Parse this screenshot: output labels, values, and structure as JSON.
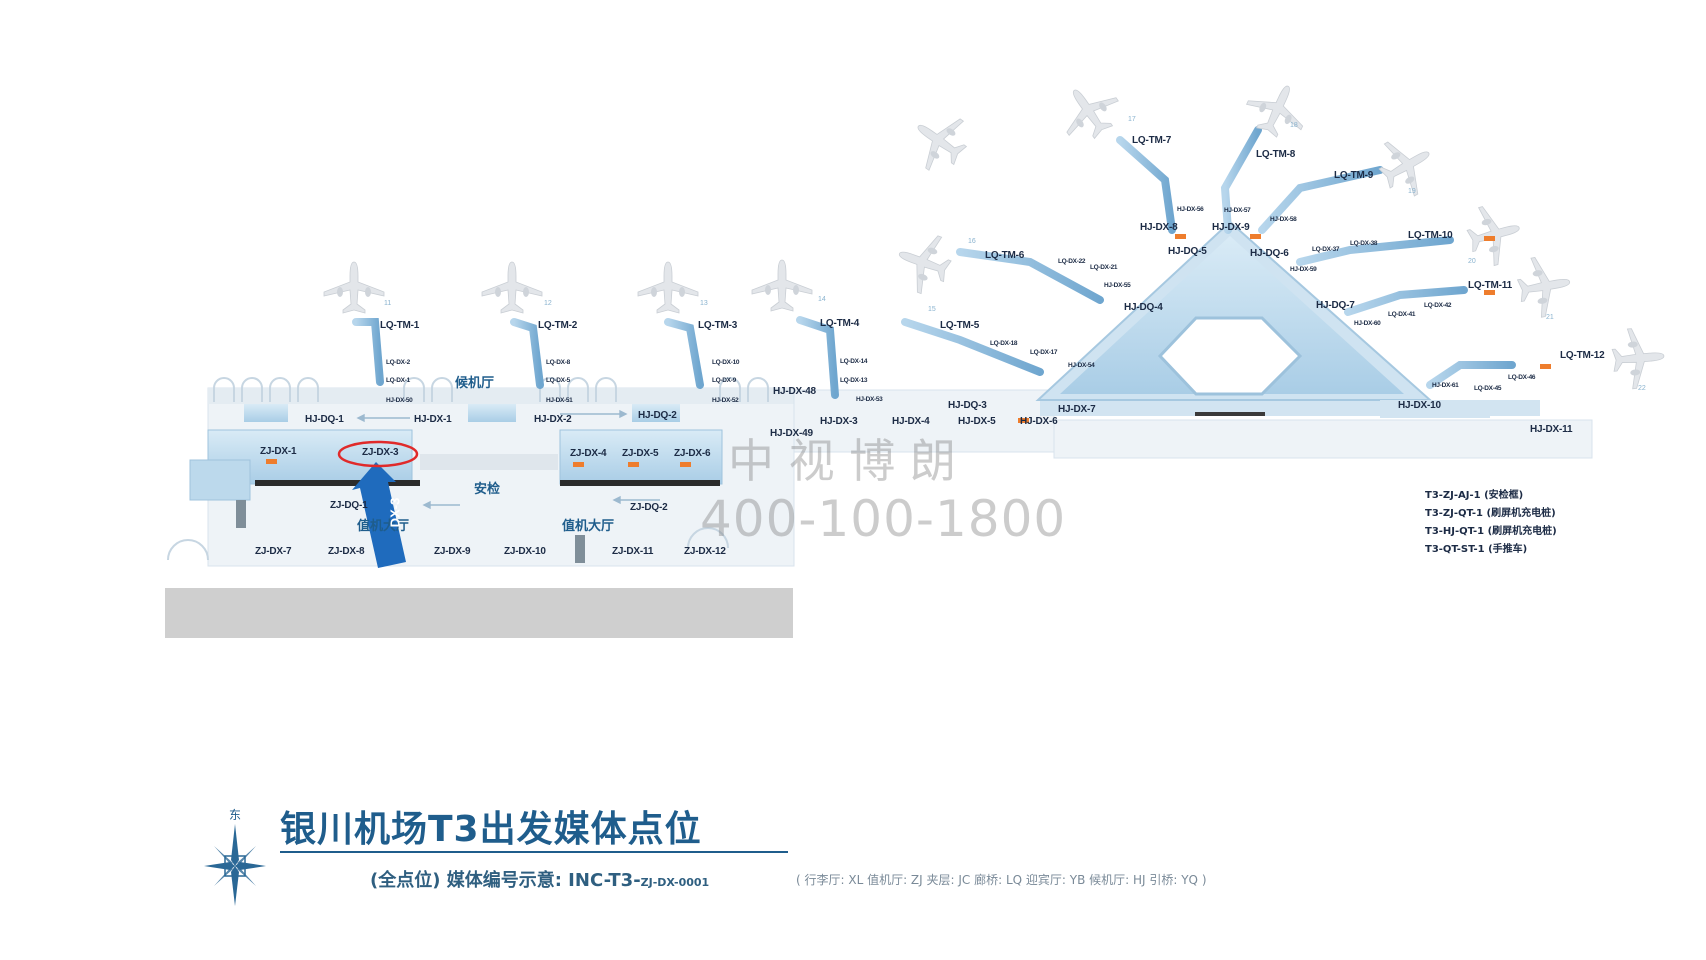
{
  "map": {
    "title": "银川机场T3出发媒体点位",
    "subtitle": "(全点位) 媒体编号示意: INC-T3-",
    "subtitle_code": "ZJ-DX-0001",
    "abbreviations": "( 行李厅: XL   值机厅: ZJ   夹层: JC   廊桥:  LQ   迎宾厅: YB   候机厅: HJ   引桥: YQ )",
    "compass_label": "东",
    "watermark_name": "中 视 博 朗",
    "watermark_phone": "400-100-1800",
    "arrow_label": "DX-3",
    "zones": {
      "waiting_hall": "候机厅",
      "security": "安检",
      "checkin_hall_left": "值机大厅",
      "checkin_hall_right": "值机大厅"
    },
    "legend": [
      "T3-ZJ-AJ-1 (安检框)",
      "T3-ZJ-QT-1 (刷屏机充电桩)",
      "T3-HJ-QT-1 (刷屏机充电桩)",
      "T3-QT-ST-1 (手推车)"
    ],
    "gate_numbers": [
      "11",
      "12",
      "13",
      "14",
      "15",
      "16",
      "17",
      "18",
      "19",
      "20",
      "21",
      "22"
    ],
    "bridges": [
      "LQ-TM-1",
      "LQ-TM-2",
      "LQ-TM-3",
      "LQ-TM-4",
      "LQ-TM-5",
      "LQ-TM-6",
      "LQ-TM-7",
      "LQ-TM-8",
      "LQ-TM-9",
      "LQ-TM-10",
      "LQ-TM-11",
      "LQ-TM-12"
    ],
    "checkin_labels": [
      "ZJ-DX-1",
      "ZJ-DX-3",
      "ZJ-DX-4",
      "ZJ-DX-5",
      "ZJ-DX-6",
      "ZJ-DX-7",
      "ZJ-DX-8",
      "ZJ-DX-9",
      "ZJ-DX-10",
      "ZJ-DX-11",
      "ZJ-DX-12",
      "ZJ-DQ-1",
      "ZJ-DQ-2"
    ],
    "hall_labels": [
      "HJ-DQ-1",
      "HJ-DX-1",
      "HJ-DX-2",
      "HJ-DQ-2",
      "HJ-DX-48",
      "HJ-DX-49",
      "HJ-DX-3",
      "HJ-DX-4",
      "HJ-DQ-3",
      "HJ-DX-5",
      "HJ-DX-6",
      "HJ-DX-7",
      "HJ-DQ-4",
      "HJ-DQ-5",
      "HJ-DQ-6",
      "HJ-DQ-7",
      "HJ-DX-8",
      "HJ-DX-9",
      "HJ-DX-10",
      "HJ-DX-11"
    ],
    "small_labels": [
      "LQ-DX-2",
      "LQ-DX-1",
      "HJ-DX-50",
      "LQ-DX-8",
      "LQ-DX-5",
      "HJ-DX-51",
      "LQ-DX-10",
      "LQ-DX-9",
      "HJ-DX-52",
      "LQ-DX-14",
      "LQ-DX-13",
      "HJ-DX-53",
      "LQ-DX-18",
      "LQ-DX-17",
      "HJ-DX-54",
      "LQ-DX-22",
      "LQ-DX-21",
      "HJ-DX-55",
      "HJ-DX-56",
      "HJ-DX-57",
      "HJ-DX-58",
      "LQ-DX-37",
      "LQ-DX-38",
      "HJ-DX-59",
      "LQ-DX-41",
      "LQ-DX-42",
      "HJ-DX-60",
      "LQ-DX-45",
      "LQ-DX-46",
      "HJ-DX-61"
    ]
  }
}
